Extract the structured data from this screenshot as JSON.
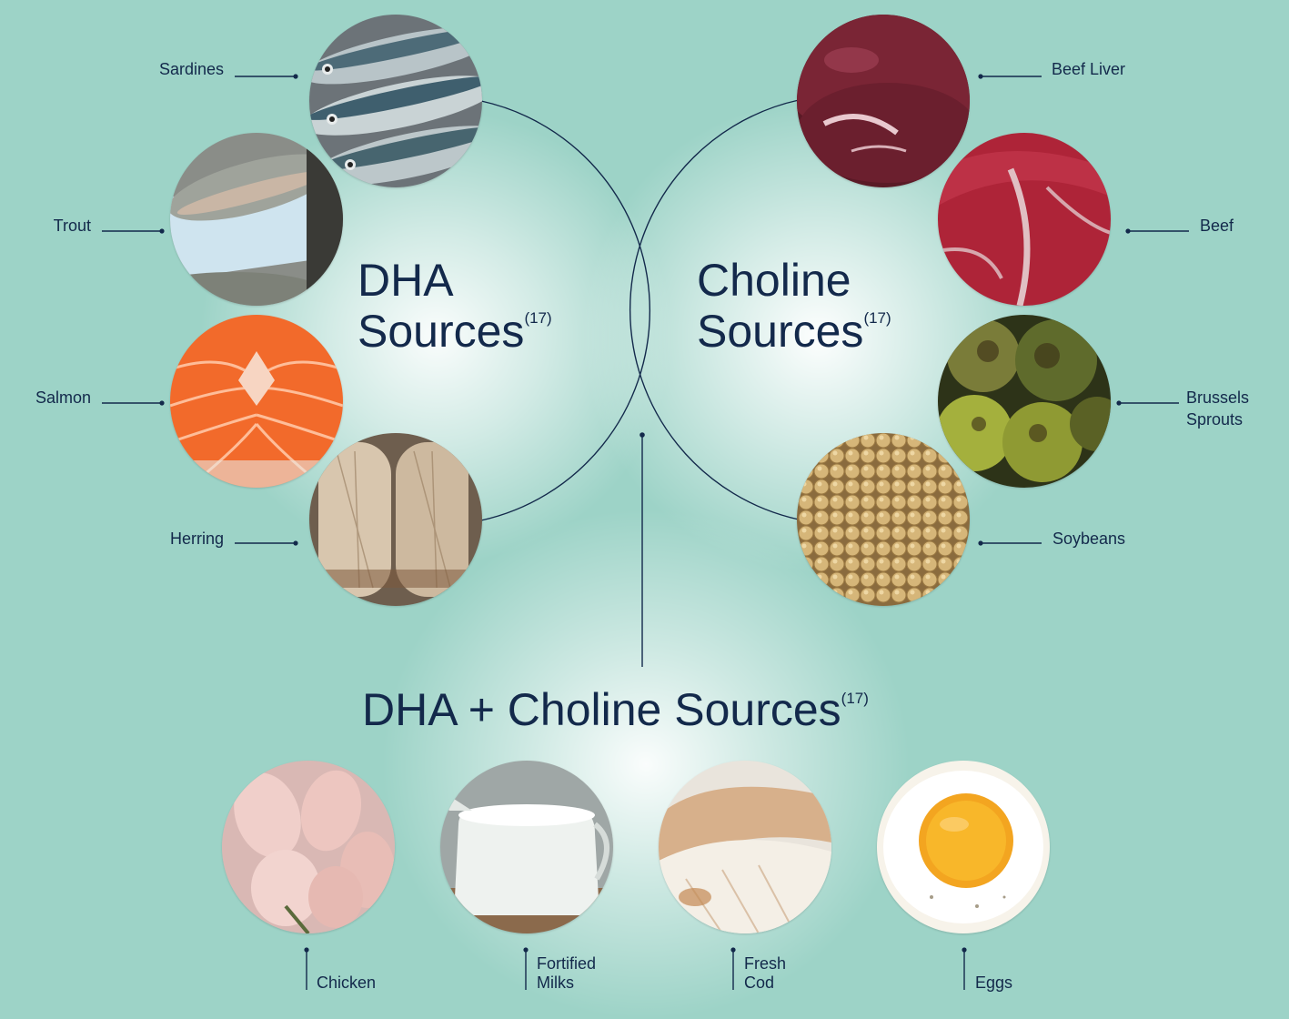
{
  "colors": {
    "background": "#9dd3c7",
    "ink": "#13294b",
    "glow": "#ffffff"
  },
  "dha": {
    "title_line1": "DHA",
    "title_line2": "Sources",
    "ref": "(17)",
    "items": [
      "Sardines",
      "Trout",
      "Salmon",
      "Herring"
    ]
  },
  "choline": {
    "title_line1": "Choline",
    "title_line2": "Sources",
    "ref": "(17)",
    "items": [
      "Beef Liver",
      "Beef",
      "Brussels",
      "Sprouts",
      "Soybeans"
    ]
  },
  "combo": {
    "title": "DHA + Choline Sources",
    "ref": "(17)",
    "items": [
      "Chicken",
      "Fortified",
      "Milks",
      "Fresh",
      "Cod",
      "Eggs"
    ]
  },
  "images": {
    "sardines": "sardines-photo",
    "trout": "trout-photo",
    "salmon": "salmon-photo",
    "herring": "herring-photo",
    "beef_liver": "beef-liver-photo",
    "beef": "beef-photo",
    "brussels_sprouts": "brussels-sprouts-photo",
    "soybeans": "soybeans-photo",
    "chicken": "chicken-photo",
    "milk": "milk-photo",
    "cod": "cod-photo",
    "eggs": "egg-photo"
  }
}
